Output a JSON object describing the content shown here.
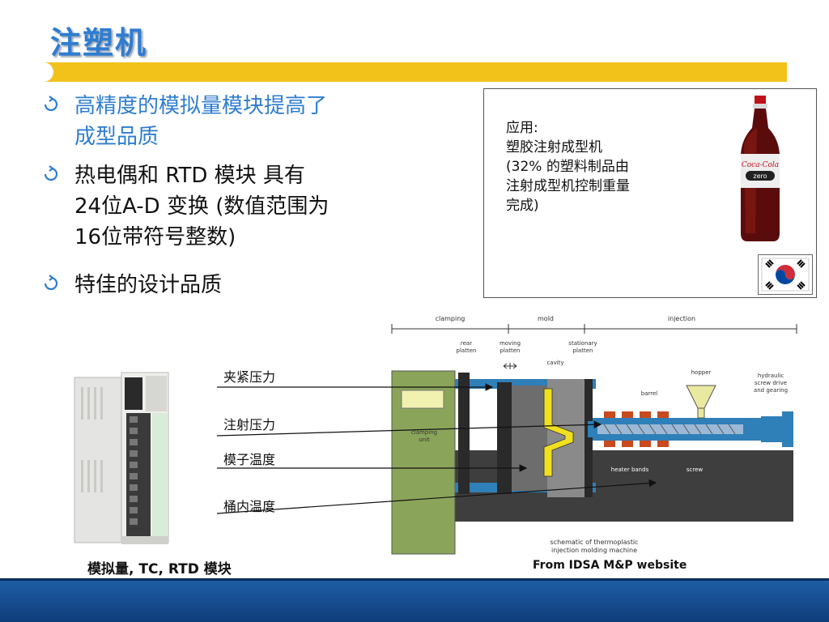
{
  "slide": {
    "title": "注塑机",
    "bullets": [
      {
        "line1": "高精度的模拟量模块提高了",
        "line2": "成型品质"
      },
      {
        "line1": "热电偶和 RTD 模块 具有",
        "line2": "24位A-D 变换 (数值范围为",
        "line3": "16位带符号整数)"
      },
      {
        "line1": "特佳的设计品质"
      }
    ]
  },
  "application_box": {
    "heading": "应用:",
    "lines": [
      "塑胶注射成型机",
      "(32% 的塑料制品由",
      "注射成型机控制重量",
      "完成)"
    ],
    "bottle_label": "Coca-Cola",
    "bottle_sub": "zero"
  },
  "callouts": [
    "夹紧压力",
    "注射压力",
    "模子温度",
    "桶内温度"
  ],
  "diagram": {
    "sections": [
      "clamping",
      "mold",
      "injection"
    ],
    "labels": {
      "rear_platten": [
        "rear",
        "platten"
      ],
      "moving_platten": [
        "moving",
        "platten"
      ],
      "stationary_platten": [
        "stationary",
        "platten"
      ],
      "cavity": "cavity",
      "hopper": "hopper",
      "barrel": "barrel",
      "hydraulic": [
        "hydraulic",
        "screw drive",
        "and gearing"
      ],
      "clamping_unit": [
        "clamping",
        "unit"
      ],
      "heater_bands": "heater bands",
      "screw": "screw",
      "schematic": [
        "schematic of thermoplastic",
        "injection molding  machine"
      ]
    }
  },
  "captions": {
    "module": "模拟量, TC, RTD 模块",
    "source": "From IDSA M&P website"
  },
  "colors": {
    "title": "#2e7dd1",
    "accent_bar": "#f2c21a",
    "footer": "#1f5fa8"
  }
}
